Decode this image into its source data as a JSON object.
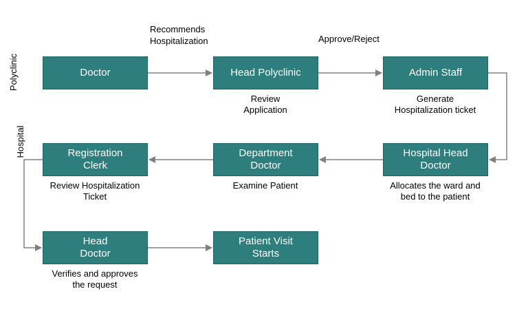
{
  "colors": {
    "node_fill": "#2E7E7E",
    "node_border": "#1C6060",
    "node_text": "#FFFFFF",
    "arrow_color": "#808080",
    "label_text": "#000000",
    "bg": "#FFFFFF"
  },
  "lanes": [
    {
      "label": "Polyclinic"
    },
    {
      "label": "Hospital"
    }
  ],
  "nodes": [
    {
      "id": "doctor",
      "label": "Doctor",
      "sublabel": ""
    },
    {
      "id": "head-polyclinic",
      "label": "Head Polyclinic",
      "sublabel": "Review\nApplication"
    },
    {
      "id": "admin-staff",
      "label": "Admin Staff",
      "sublabel": "Generate\nHospitalization ticket"
    },
    {
      "id": "registration-clerk",
      "label": "Registration\nClerk",
      "sublabel": "Review Hospitalization\nTicket"
    },
    {
      "id": "department-doctor",
      "label": "Department\nDoctor",
      "sublabel": "Examine Patient"
    },
    {
      "id": "hospital-head-doctor",
      "label": "Hospital Head\nDoctor",
      "sublabel": "Allocates the ward and\nbed to the patient"
    },
    {
      "id": "head-doctor",
      "label": "Head\nDoctor",
      "sublabel": "Verifies and approves\nthe request"
    },
    {
      "id": "patient-visit-starts",
      "label": "Patient Visit\nStarts",
      "sublabel": ""
    }
  ],
  "edge_labels": [
    {
      "label": "Recommends\nHospitalization"
    },
    {
      "label": "Approve/Reject"
    }
  ]
}
